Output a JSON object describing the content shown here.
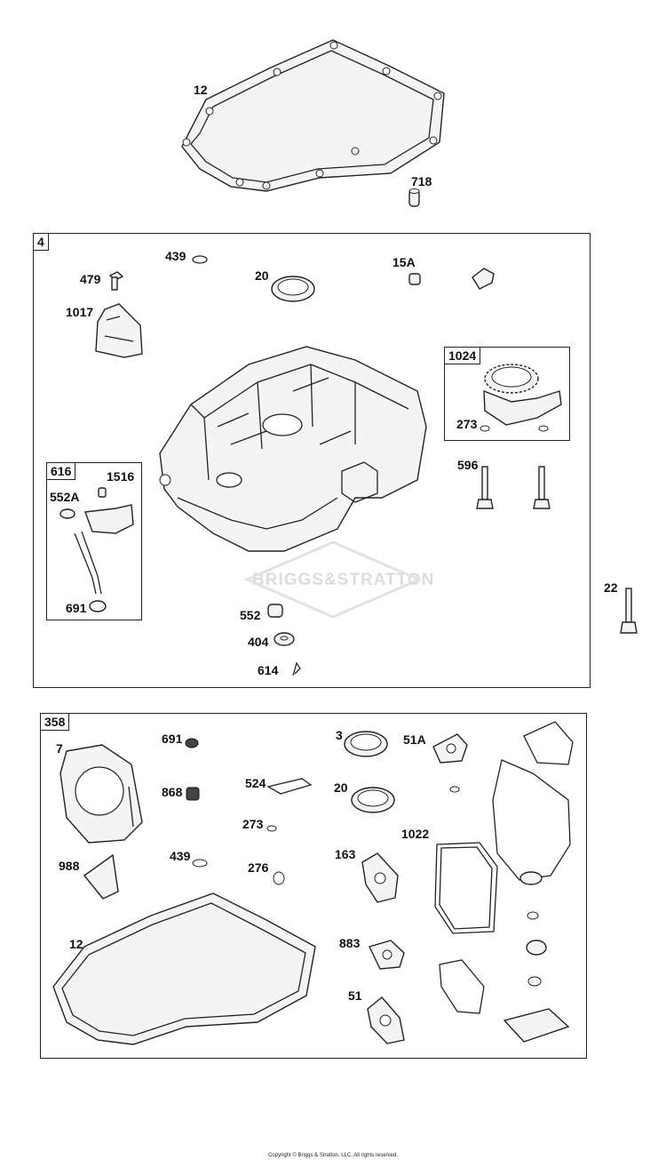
{
  "labels": {
    "gasket_top": "12",
    "dowel_top": "718",
    "bolt_22": "22",
    "callout_439_a": "439",
    "callout_479": "479",
    "callout_20_a": "20",
    "callout_15A": "15A",
    "callout_1017": "1017",
    "callout_1516": "1516",
    "callout_552A": "552A",
    "callout_691_a": "691",
    "callout_273_a": "273",
    "callout_596": "596",
    "callout_552": "552",
    "callout_404": "404",
    "callout_614": "614",
    "callout_7": "7",
    "callout_691_b": "691",
    "callout_868": "868",
    "callout_988": "988",
    "callout_12_b": "12",
    "callout_524": "524",
    "callout_273_b": "273",
    "callout_439_b": "439",
    "callout_276": "276",
    "callout_3": "3",
    "callout_20_b": "20",
    "callout_51A": "51A",
    "callout_163": "163",
    "callout_1022": "1022",
    "callout_883": "883",
    "callout_51": "51"
  },
  "boxes": {
    "sump_box_tag": "4",
    "pump_box_tag": "1024",
    "governor_box_tag": "616",
    "gasket_set_tag": "358"
  },
  "watermark": "BRIGGS&STRATTON",
  "copyright": "Copyright © Briggs & Stratton, LLC. All rights reserved."
}
